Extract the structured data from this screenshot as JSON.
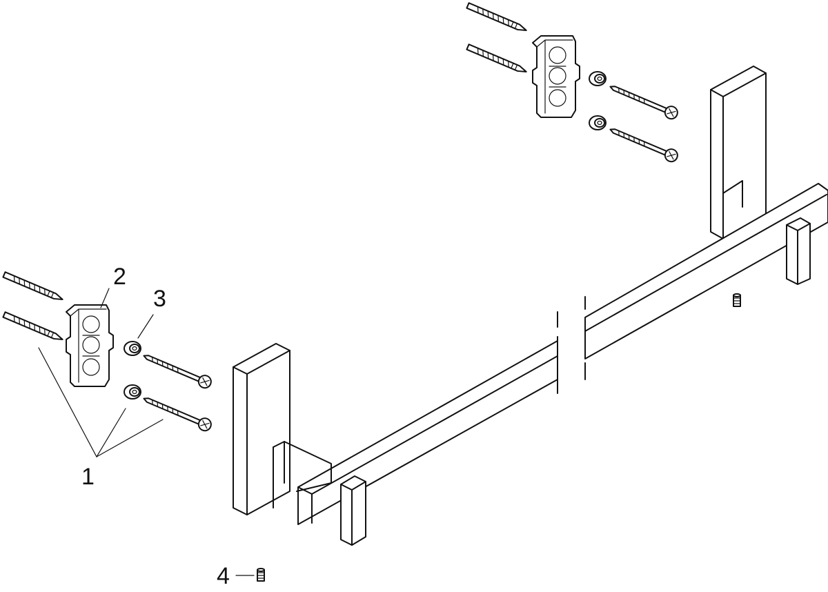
{
  "callouts": {
    "wall_plug_and_screw": "1",
    "mounting_plate": "2",
    "washer": "3",
    "grub_screw": "4"
  },
  "colors": {
    "line": "#111111",
    "background": "#ffffff"
  }
}
